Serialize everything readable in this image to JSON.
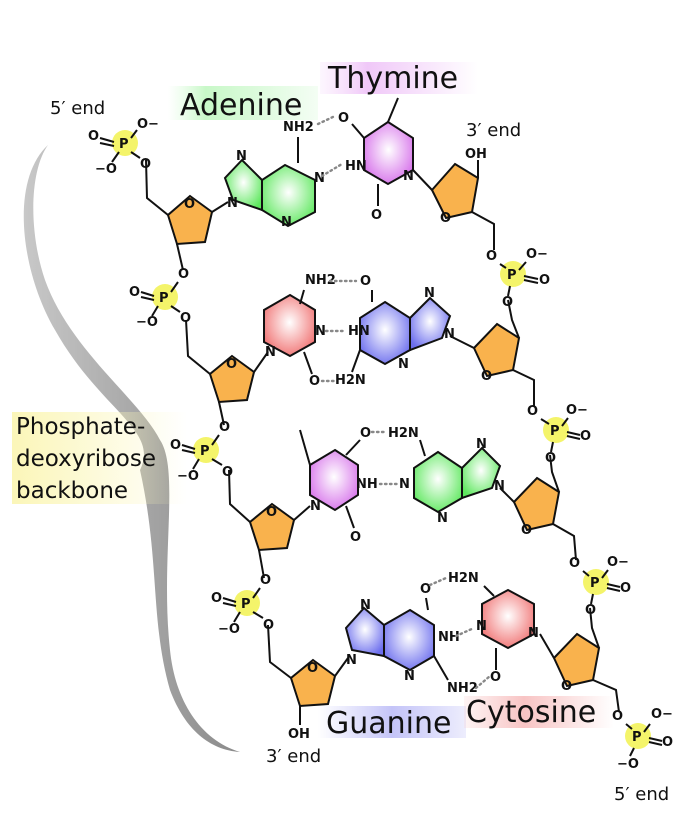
{
  "labels": {
    "adenine": "Adenine",
    "thymine": "Thymine",
    "guanine": "Guanine",
    "cytosine": "Cytosine",
    "backbone_line1": "Phosphate-",
    "backbone_line2": "deoxyribose",
    "backbone_line3": "backbone",
    "end_5_top": "5′ end",
    "end_3_top": "3′ end",
    "end_3_bottom": "3′ end",
    "end_5_bottom": "5′ end"
  },
  "atoms": {
    "phosphorus": "P",
    "oxygen": "O",
    "oxygen_neg": "O−",
    "oxygen_neg_left": "−O",
    "nitrogen": "N",
    "hn": "HN",
    "nh": "NH",
    "nh2": "NH2",
    "h2n": "H2N",
    "oh": "OH"
  },
  "colors": {
    "adenine": "#7cf07c",
    "thymine": "#e08cf0",
    "guanine": "#8a8cf2",
    "cytosine": "#f28a8a",
    "sugar": "#f9b24d",
    "phosphate": "#f4f46a",
    "backbone_label": "#fbf5b0"
  }
}
